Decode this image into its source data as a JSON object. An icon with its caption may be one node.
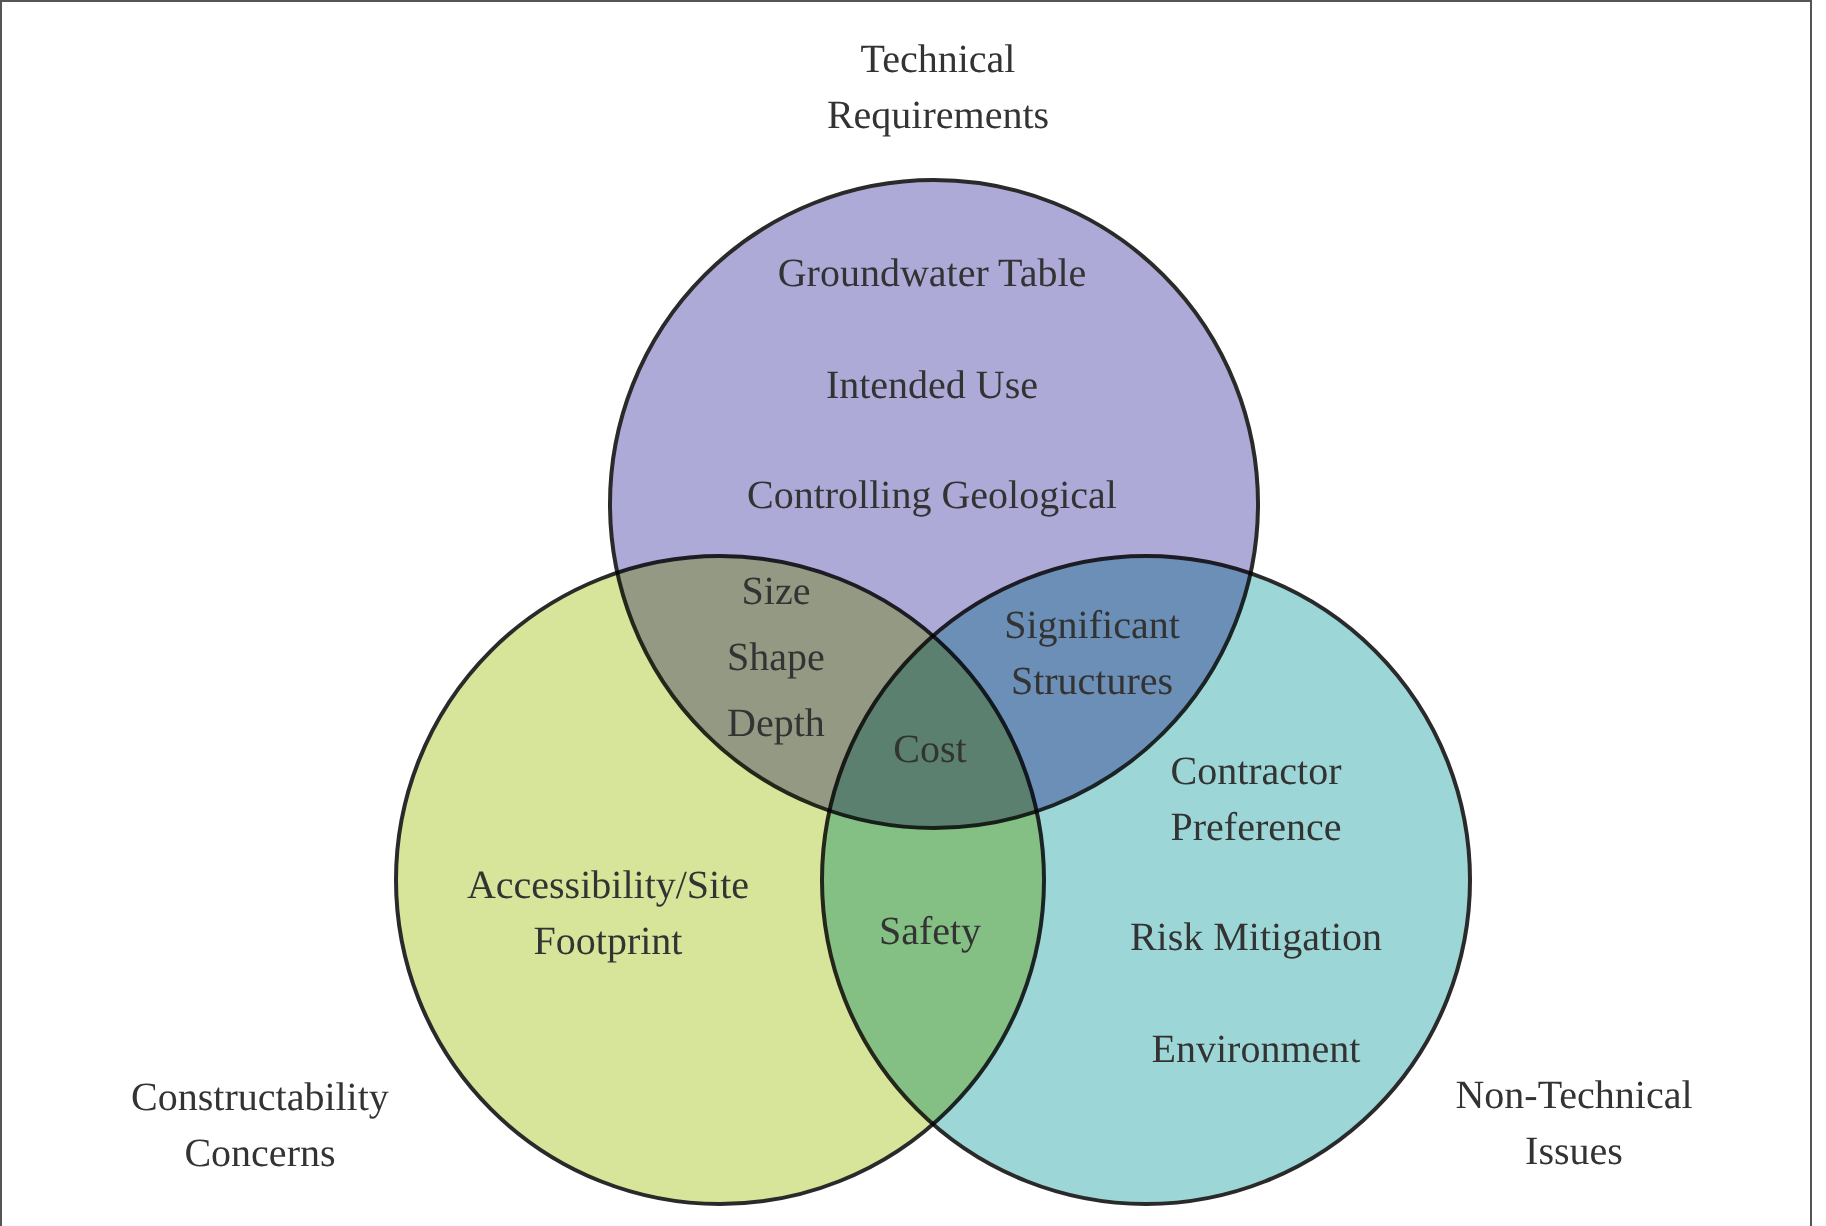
{
  "diagram": {
    "nodes": [
      {
        "text": [
          "Technical Requirements",
          "Groundwater Table",
          "Intended Use",
          "Controlling Geological"
        ]
      },
      {
        "text": [
          "Constructability Concerns",
          "Accessibility/Site Footprint"
        ]
      },
      {
        "text": [
          "Non-Technical Issues",
          "Contractor Preference",
          "Risk Mitigation",
          "Environment"
        ]
      }
    ],
    "edges": [],
    "labels": [
      "Size",
      "Shape",
      "Depth",
      "Significant Structures",
      "Cost",
      "Safety"
    ]
  }
}
